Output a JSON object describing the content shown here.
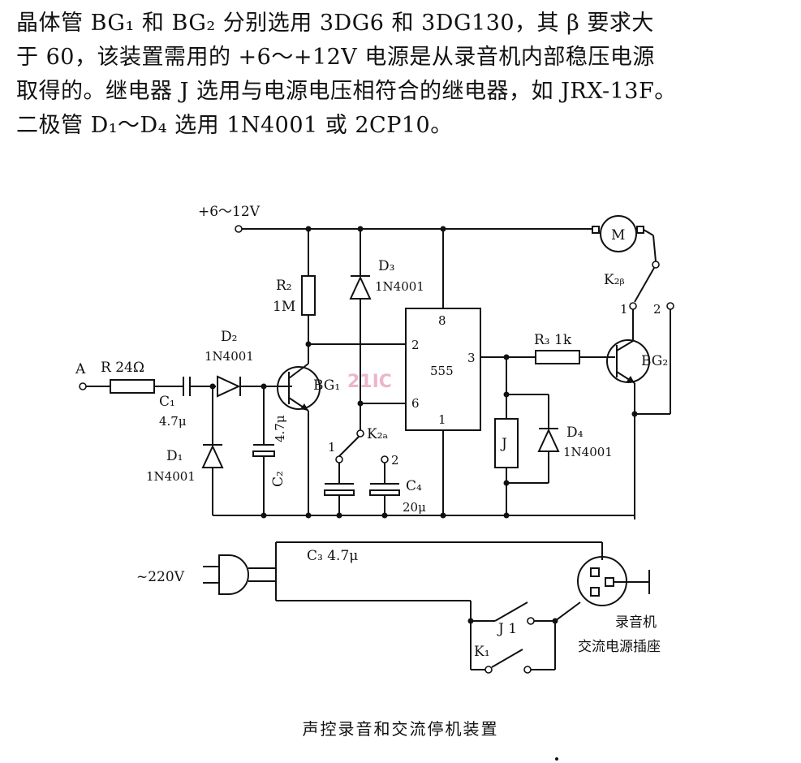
{
  "text": {
    "line1": "晶体管 BG₁ 和 BG₂ 分别选用 3DG6 和 3DG130，其 β 要求大",
    "line2": "于 60，该装置需用的 +6～+12V 电源是从录音机内部稳压电源",
    "line3": "取得的。继电器 J 选用与电源电压相符合的继电器，如 JRX-13F。",
    "line4": "二极管 D₁～D₄ 选用 1N4001 或 2CP10。"
  },
  "labels": {
    "supply": "+6～12V",
    "motor": "M",
    "switch_k2b": "K₂ᵦ",
    "k2b_pos1": "1",
    "k2b_pos2": "2",
    "r2_name": "R₂",
    "r2_value": "1M",
    "d3_name": "D₃",
    "d3_part": "1N4001",
    "ic_pin8": "8",
    "ic_pin2": "2",
    "ic_pin3": "3",
    "ic_pin6": "6",
    "ic_pin1": "1",
    "ic_name": "555",
    "r3": "R₃ 1k",
    "bg2": "BG₂",
    "input_a": "A",
    "r1": "R 24Ω",
    "d2_name": "D₂",
    "d2_part": "1N4001",
    "bg1": "BG₁",
    "c1_name": "C₁",
    "c1_value": "4.7μ",
    "c2_value": "4.7μ",
    "c2_name": "C₂",
    "d1_name": "D₁",
    "d1_part": "1N4001",
    "k2a": "K₂ₐ",
    "k2a_pos1": "1",
    "k2a_pos2": "2",
    "relay": "J",
    "d4_name": "D₄",
    "d4_part": "1N4001",
    "c4_name": "C₄",
    "c4_value": "20μ",
    "c3": "C₃ 4.7μ",
    "ac_input": "~220V",
    "relay_contact": "J 1",
    "k1": "K₁",
    "socket_line1": "录音机",
    "socket_line2": "交流电源插座",
    "watermark": "21IC"
  },
  "caption": "声控录音和交流停机装置"
}
